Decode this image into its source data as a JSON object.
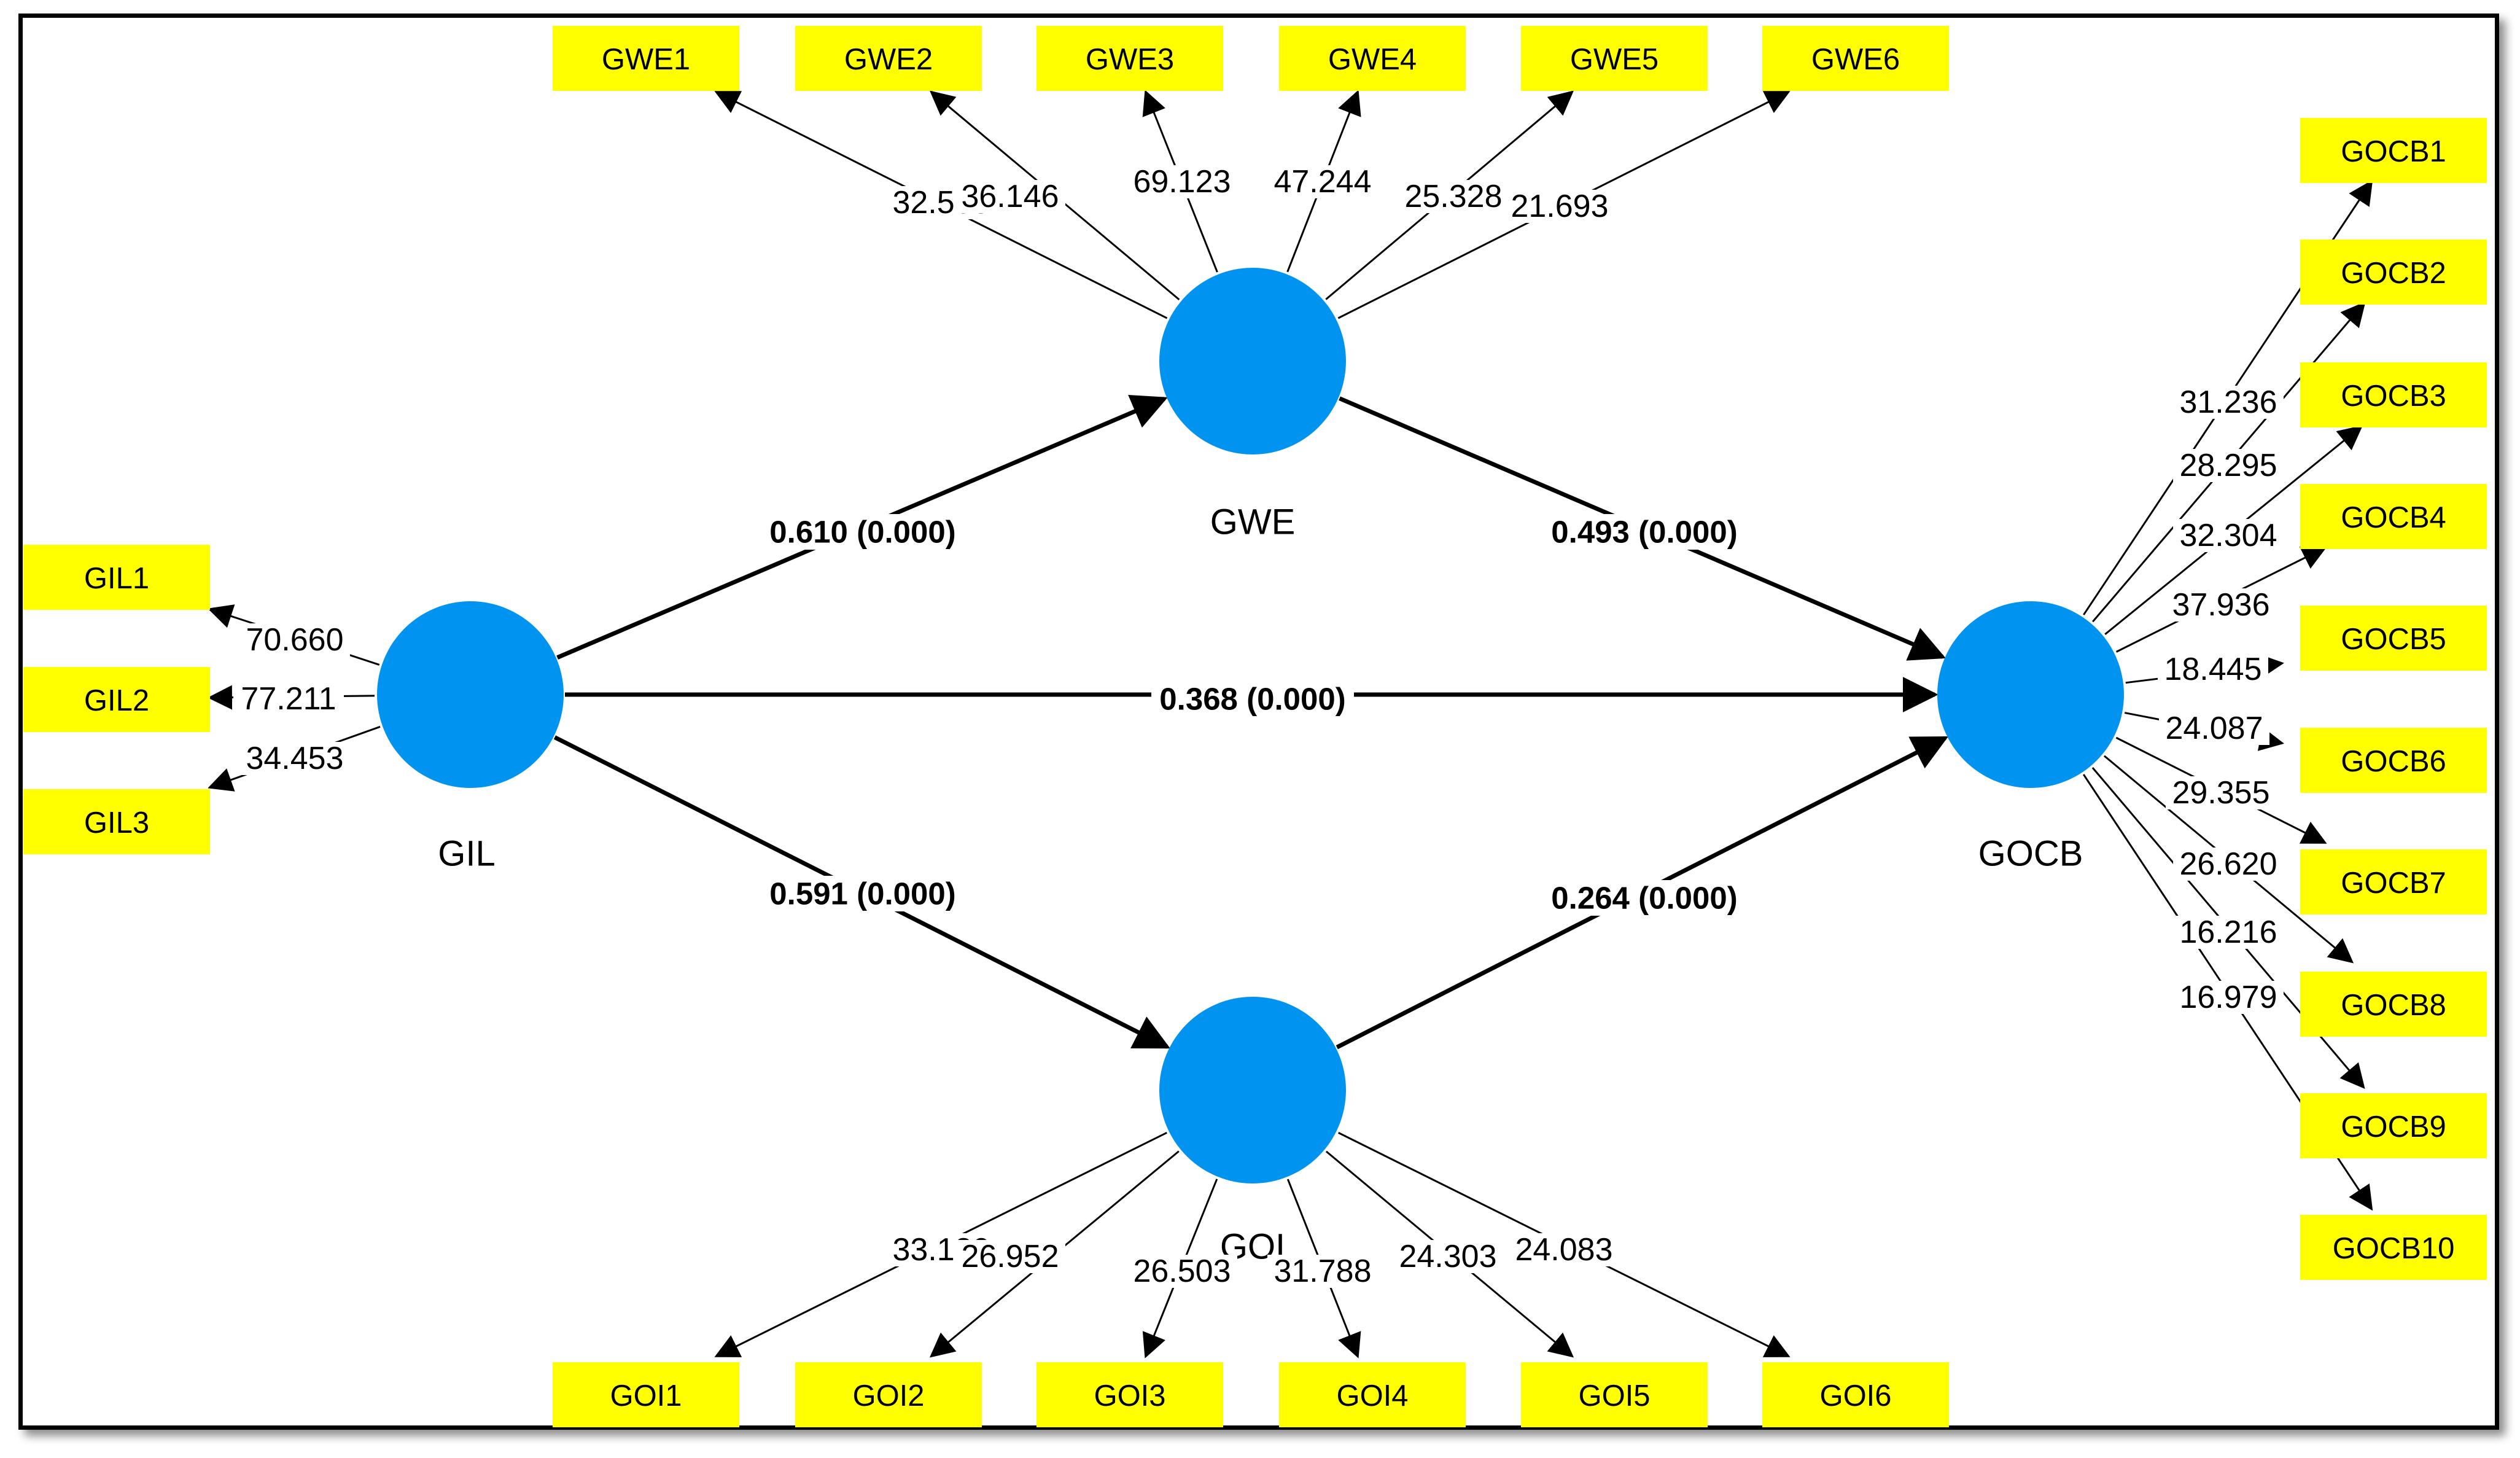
{
  "colors": {
    "latent_fill": "#0094F0",
    "indicator_fill": "#FFFF00",
    "line": "#000000",
    "background": "#FFFFFF"
  },
  "latent_variables": [
    {
      "id": "GIL",
      "label": "GIL"
    },
    {
      "id": "GWE",
      "label": "GWE"
    },
    {
      "id": "GOI",
      "label": "GOI"
    },
    {
      "id": "GOCB",
      "label": "GOCB"
    }
  ],
  "indicators": [
    {
      "id": "GWE1",
      "label": "GWE1",
      "latent": "GWE",
      "value": "32.505"
    },
    {
      "id": "GWE2",
      "label": "GWE2",
      "latent": "GWE",
      "value": "36.146"
    },
    {
      "id": "GWE3",
      "label": "GWE3",
      "latent": "GWE",
      "value": "69.123"
    },
    {
      "id": "GWE4",
      "label": "GWE4",
      "latent": "GWE",
      "value": "47.244"
    },
    {
      "id": "GWE5",
      "label": "GWE5",
      "latent": "GWE",
      "value": "25.328"
    },
    {
      "id": "GWE6",
      "label": "GWE6",
      "latent": "GWE",
      "value": "21.693"
    },
    {
      "id": "GIL1",
      "label": "GIL1",
      "latent": "GIL",
      "value": "70.660"
    },
    {
      "id": "GIL2",
      "label": "GIL2",
      "latent": "GIL",
      "value": "77.211"
    },
    {
      "id": "GIL3",
      "label": "GIL3",
      "latent": "GIL",
      "value": "34.453"
    },
    {
      "id": "GOI1",
      "label": "GOI1",
      "latent": "GOI",
      "value": "33.130"
    },
    {
      "id": "GOI2",
      "label": "GOI2",
      "latent": "GOI",
      "value": "26.952"
    },
    {
      "id": "GOI3",
      "label": "GOI3",
      "latent": "GOI",
      "value": "26.503"
    },
    {
      "id": "GOI4",
      "label": "GOI4",
      "latent": "GOI",
      "value": "31.788"
    },
    {
      "id": "GOI5",
      "label": "GOI5",
      "latent": "GOI",
      "value": "24.303"
    },
    {
      "id": "GOI6",
      "label": "GOI6",
      "latent": "GOI",
      "value": "24.083"
    },
    {
      "id": "GOCB1",
      "label": "GOCB1",
      "latent": "GOCB",
      "value": "31.236"
    },
    {
      "id": "GOCB2",
      "label": "GOCB2",
      "latent": "GOCB",
      "value": "28.295"
    },
    {
      "id": "GOCB3",
      "label": "GOCB3",
      "latent": "GOCB",
      "value": "32.304"
    },
    {
      "id": "GOCB4",
      "label": "GOCB4",
      "latent": "GOCB",
      "value": "37.936"
    },
    {
      "id": "GOCB5",
      "label": "GOCB5",
      "latent": "GOCB",
      "value": "18.445"
    },
    {
      "id": "GOCB6",
      "label": "GOCB6",
      "latent": "GOCB",
      "value": "24.087"
    },
    {
      "id": "GOCB7",
      "label": "GOCB7",
      "latent": "GOCB",
      "value": "29.355"
    },
    {
      "id": "GOCB8",
      "label": "GOCB8",
      "latent": "GOCB",
      "value": "26.620"
    },
    {
      "id": "GOCB9",
      "label": "GOCB9",
      "latent": "GOCB",
      "value": "16.216"
    },
    {
      "id": "GOCB10",
      "label": "GOCB10",
      "latent": "GOCB",
      "value": "16.979"
    }
  ],
  "paths": [
    {
      "from": "GIL",
      "to": "GWE",
      "label": "0.610 (0.000)"
    },
    {
      "from": "GWE",
      "to": "GOCB",
      "label": "0.493 (0.000)"
    },
    {
      "from": "GIL",
      "to": "GOCB",
      "label": "0.368 (0.000)"
    },
    {
      "from": "GIL",
      "to": "GOI",
      "label": "0.591 (0.000)"
    },
    {
      "from": "GOI",
      "to": "GOCB",
      "label": "0.264 (0.000)"
    }
  ]
}
